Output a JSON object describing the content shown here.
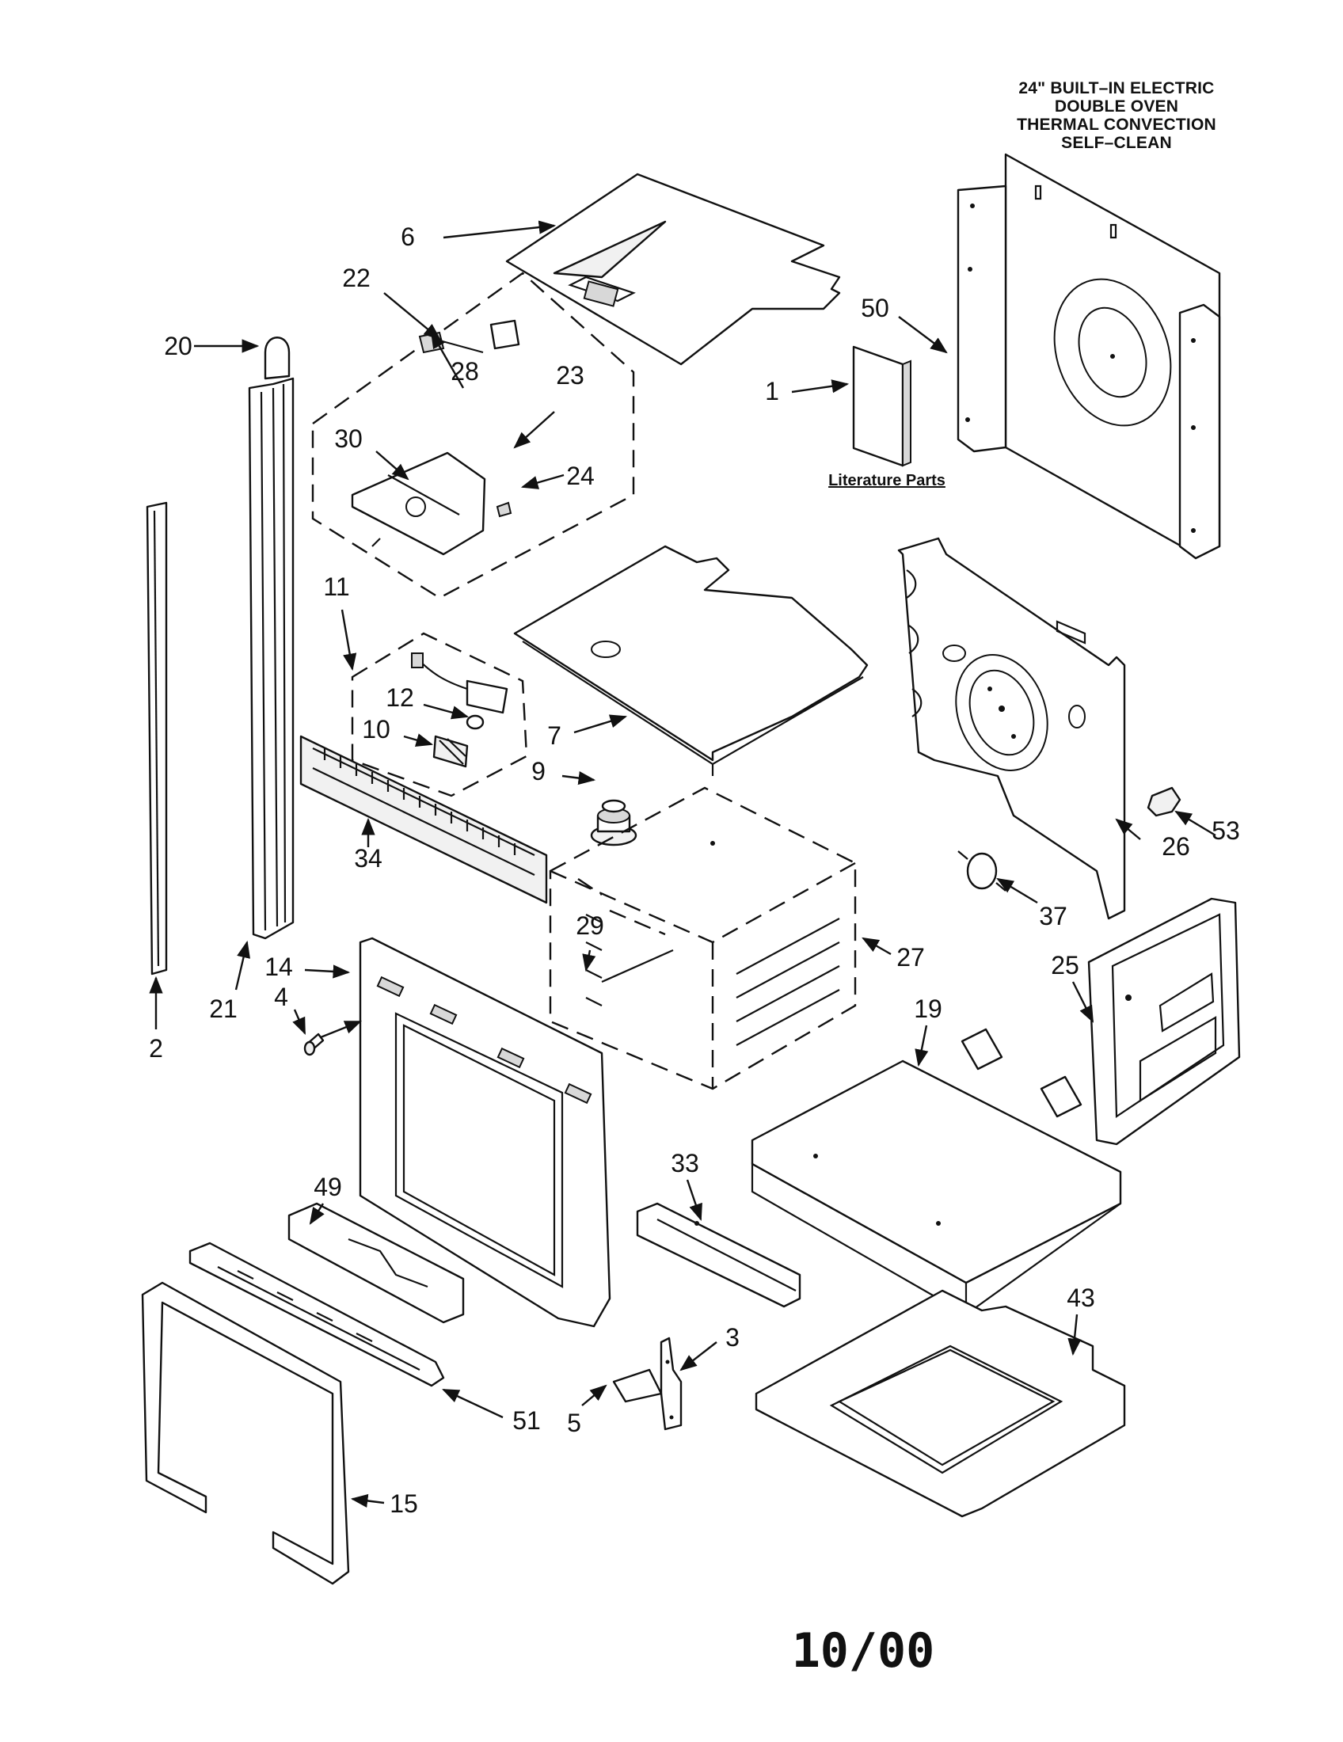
{
  "title": {
    "lines": [
      "24\" BUILT–IN ELECTRIC",
      "DOUBLE OVEN",
      "THERMAL CONVECTION",
      "SELF–CLEAN"
    ]
  },
  "literature_label": "Literature Parts",
  "date_stamp": "10/00",
  "callouts": {
    "p1": "1",
    "p2": "2",
    "p3": "3",
    "p4": "4",
    "p5": "5",
    "p6": "6",
    "p7": "7",
    "p9": "9",
    "p10": "10",
    "p11": "11",
    "p12": "12",
    "p14": "14",
    "p15": "15",
    "p19": "19",
    "p20": "20",
    "p21": "21",
    "p22": "22",
    "p23": "23",
    "p24": "24",
    "p25": "25",
    "p26": "26",
    "p27": "27",
    "p28": "28",
    "p29": "29",
    "p30": "30",
    "p33": "33",
    "p34": "34",
    "p37": "37",
    "p43": "43",
    "p49": "49",
    "p50": "50",
    "p51": "51",
    "p53": "53"
  }
}
